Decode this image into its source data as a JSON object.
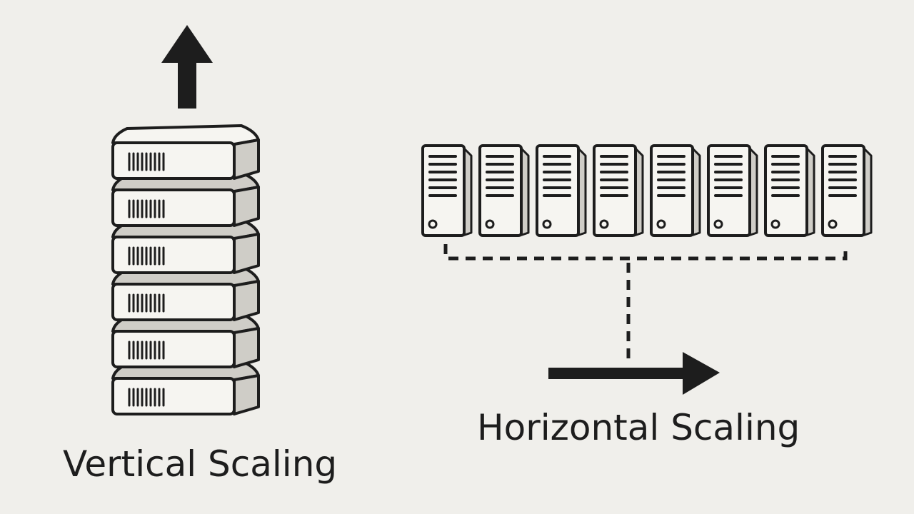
{
  "diagram": {
    "vertical": {
      "label": "Vertical Scaling",
      "server_count": 6,
      "arrow_direction": "up"
    },
    "horizontal": {
      "label": "Horizontal Scaling",
      "server_count": 8,
      "connector": "dashed",
      "arrow_direction": "right"
    }
  },
  "colors": {
    "background": "#f0efeb",
    "ink": "#1d1d1d",
    "server_fill": "#f6f5f1",
    "server_shade": "#cfcdc7"
  },
  "icons": {
    "vertical_arrow": "arrow-up-icon",
    "horizontal_arrow": "arrow-right-icon",
    "rack_server": "rack-server-icon",
    "tower_server": "tower-server-icon"
  }
}
